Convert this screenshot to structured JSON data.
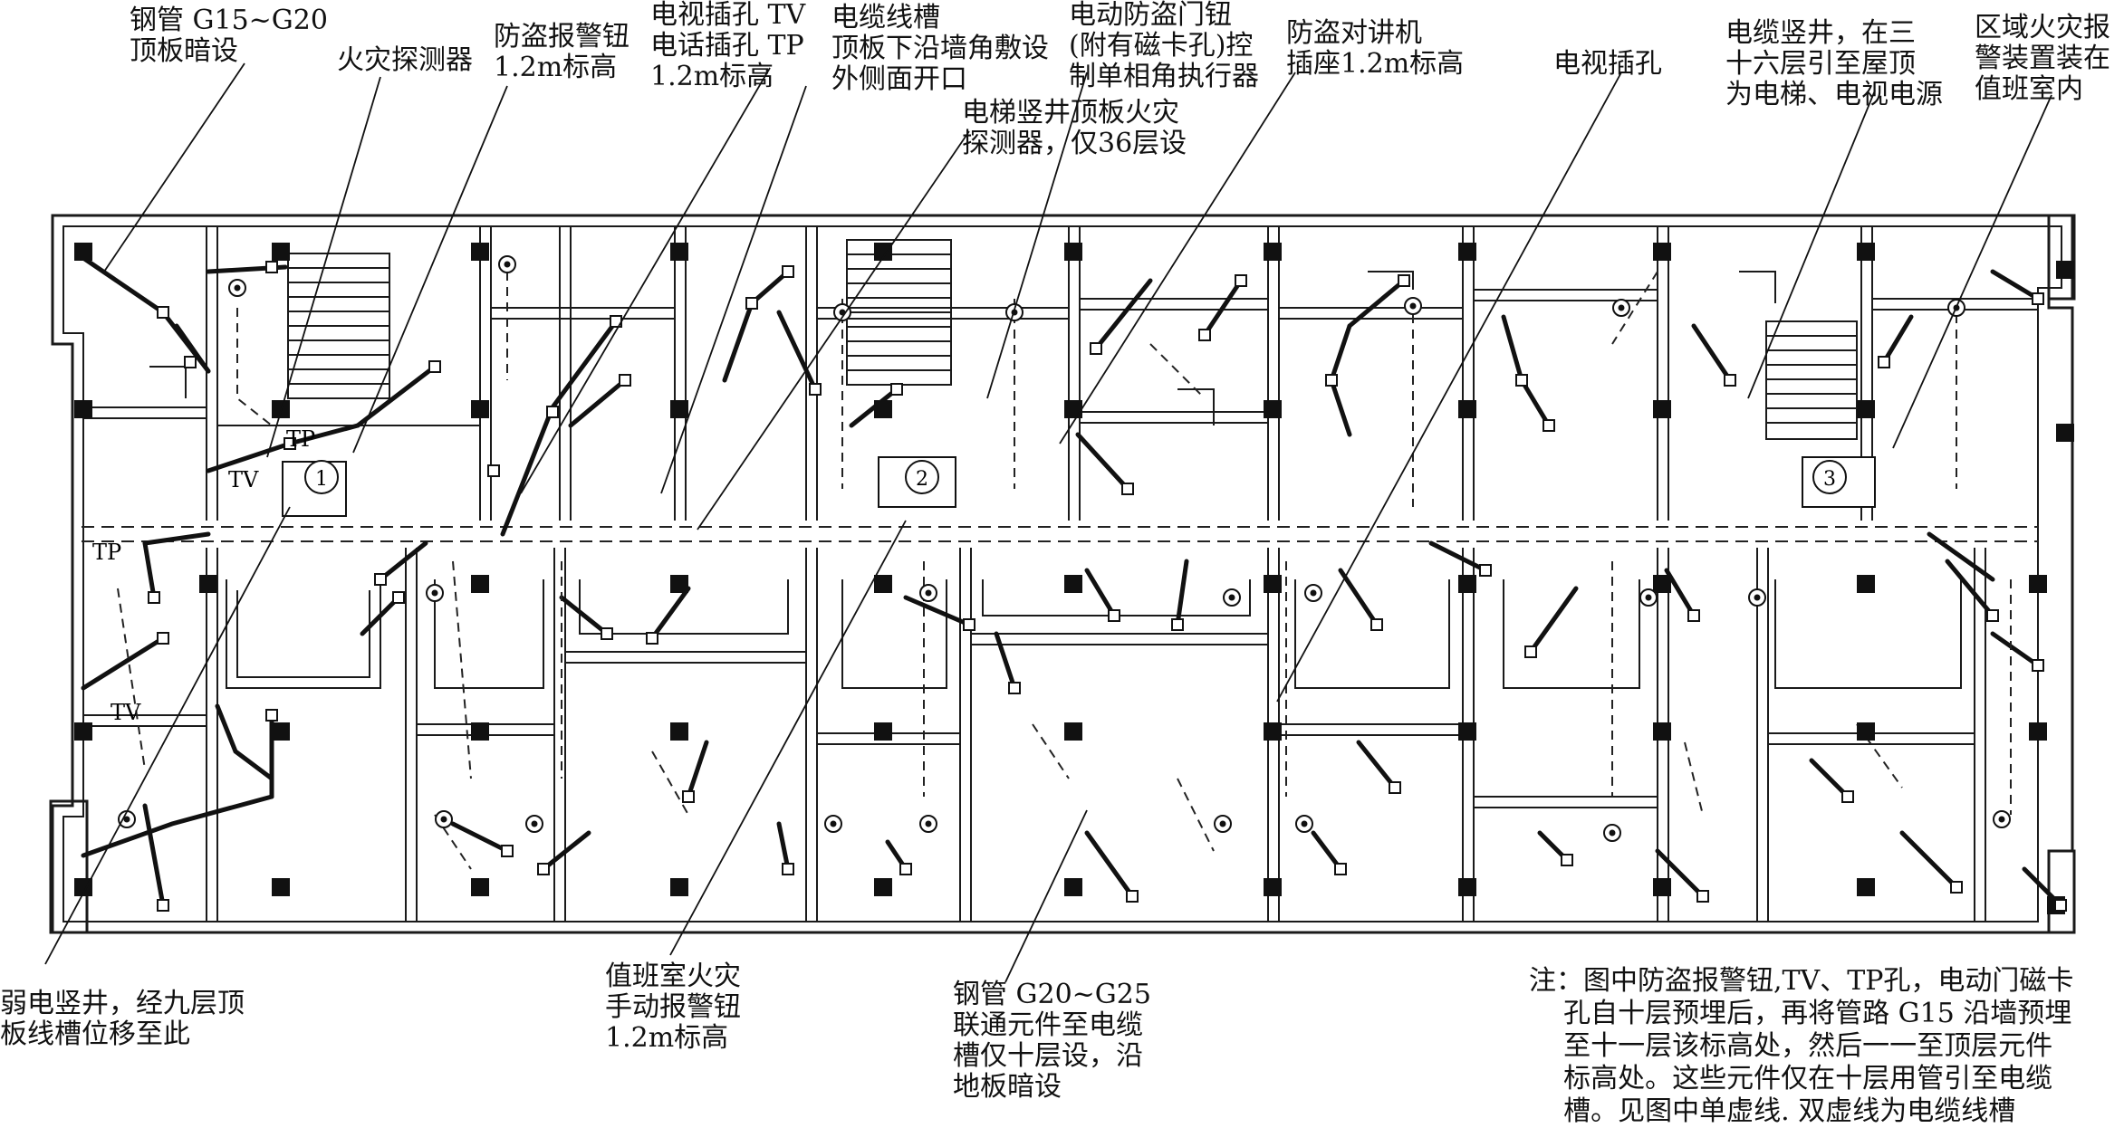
{
  "labels": {
    "steel_pipe_top": "钢管 G15~G20\n顶板暗设",
    "fire_detector": "火灾探测器",
    "burglar_alarm_button": "防盗报警钮\n1.2m标高",
    "tv_tp_socket": "电视插孔 TV\n电话插孔 TP\n1.2m标高",
    "cable_trough": "电缆线槽\n顶板下沿墙角敷设\n外侧面开口",
    "elevator_shaft_detector": "电梯竖井顶板火灾\n探测器，仅36层设",
    "door_button_actuator": "电动防盗门钮\n(附有磁卡孔)控\n制单相角执行器",
    "intercom_socket": "防盗对讲机\n插座1.2m标高",
    "tv_socket": "电视插孔",
    "cable_shaft": "电缆竖井，在三\n十六层引至屋顶\n为电梯、电视电源",
    "zone_alarm": "区域火灾报\n警装置装在\n值班室内",
    "weak_current_shaft": "弱电竖井，经九层顶\n板线槽位移至此",
    "manual_alarm": "值班室火灾\n手动报警钮\n1.2m标高",
    "steel_pipe_floor": "钢管 G20~G25\n联通元件至电缆\n槽仅十层设，沿\n地板暗设"
  },
  "note": "注：图中防盗报警钮,TV、TP孔，电动门磁卡\n    孔自十层预埋后，再将管路 G15 沿墙预埋\n    至十一层该标高处，然后一一至顶层元件\n    标高处。这些元件仅在十层用管引至电缆\n    槽。见图中单虚线. 双虚线为电缆线槽",
  "plan_marks": {
    "tp_upper": "TP",
    "tv_upper": "TV",
    "tp_left": "TP",
    "tv_left": "TV",
    "unit_1": "1",
    "unit_2": "2",
    "unit_3": "3"
  },
  "colors": {
    "ink": "#111111",
    "wall": "#1a1a1a",
    "paper": "#ffffff"
  }
}
